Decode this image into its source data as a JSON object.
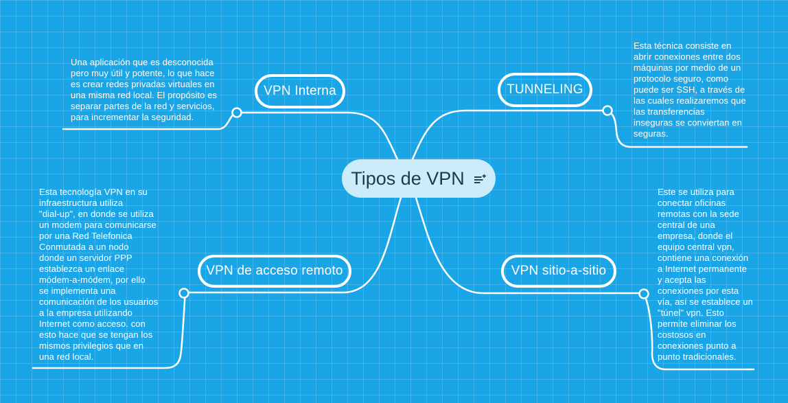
{
  "theme": {
    "background": "#1aa5e6",
    "grid_line": "rgba(255,255,255,0.16)",
    "connector": "#ffffff",
    "branch_border": "#ffffff",
    "branch_text": "#ffffff",
    "root_fill": "#cdecf9",
    "root_text": "#1c3b4b",
    "note_text": "#ffffff"
  },
  "mindmap": {
    "root": {
      "label": "Tipos de VPN",
      "icon": "note-add-icon"
    },
    "branches": [
      {
        "label": "VPN Interna",
        "note_lines": [
          "Una aplicación que es desconocida",
          "pero muy útil y potente, lo que hace",
          "es crear redes privadas virtuales en",
          "una misma red local. El propósito es",
          "separar partes de la red y  servicios,",
          "para incrementar la seguridad."
        ]
      },
      {
        "label": "TUNNELING",
        "note_lines": [
          "Esta técnica consiste en",
          "abrir conexiones entre dos",
          "máquinas por medio de un",
          "protocolo seguro, como",
          "puede ser SSH, a través de",
          "las cuales realizaremos que",
          "las transferencias",
          "inseguras se conviertan en",
          "seguras."
        ]
      },
      {
        "label": "VPN de acceso remoto",
        "note_lines": [
          "Esta tecnología VPN en su",
          "infraestructura utiliza",
          "\"dial-up\", en donde se utiliza",
          "un modem para comunicarse",
          "por una Red Telefonica",
          "Conmutada a un nodo",
          "donde un servidor PPP",
          "establezca un enlace",
          "módem-a-módem, por ello",
          "se implementa una",
          "comunicación de los usuarios",
          "a la empresa utilizando",
          "Internet como acceso. con",
          "esto hace que se tengan los",
          "mismos privilegios que en",
          "una red local."
        ]
      },
      {
        "label": "VPN sitio-a-sitio",
        "note_lines": [
          "Este se utiliza para",
          "conectar oficinas",
          "remotas con la sede",
          "central de una",
          "empresa, donde el",
          "equipo central vpn,",
          "contiene una conexión",
          "a Internet permanente",
          "y acepta las",
          "conexiones por esta",
          "vía, así se establece un",
          "\"túnel\" vpn. Esto",
          "permite eliminar los",
          "costosos en",
          "conexiones punto a",
          "punto tradicionales."
        ]
      }
    ]
  }
}
